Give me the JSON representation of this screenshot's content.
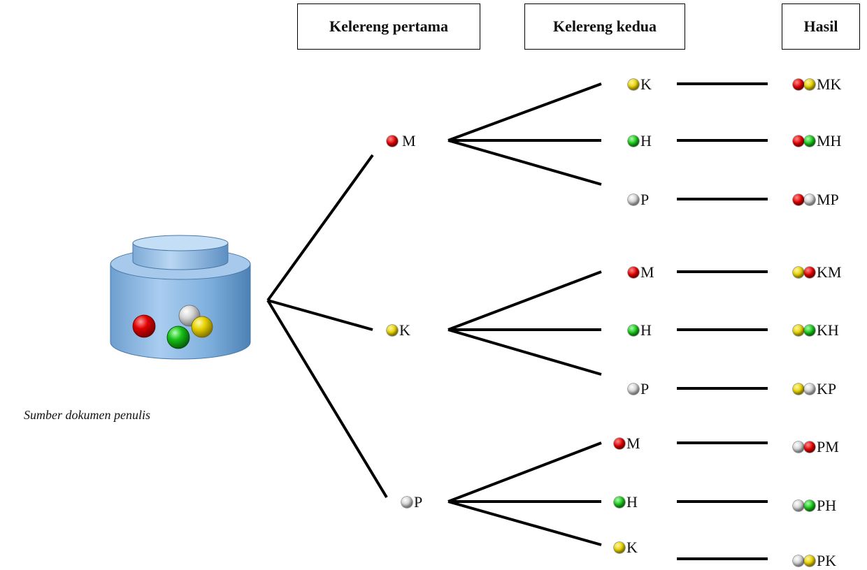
{
  "headers": {
    "first": "Kelereng pertama",
    "second": "Kelereng kedua",
    "result": "Hasil"
  },
  "caption": "Sumber dokumen penulis",
  "colors": {
    "M": "#e10000",
    "K": "#e6d100",
    "H": "#18c418",
    "P": "#d0d0d0"
  },
  "first_level": [
    {
      "label": "M",
      "color": "red"
    },
    {
      "label": "K",
      "color": "yellow"
    },
    {
      "label": "P",
      "color": "silver"
    }
  ],
  "second_level": [
    {
      "label": "K",
      "color": "yellow"
    },
    {
      "label": "H",
      "color": "green"
    },
    {
      "label": "P",
      "color": "silver"
    },
    {
      "label": "M",
      "color": "red"
    },
    {
      "label": "H",
      "color": "green"
    },
    {
      "label": "P",
      "color": "silver"
    },
    {
      "label": "M",
      "color": "red"
    },
    {
      "label": "H",
      "color": "green"
    },
    {
      "label": "K",
      "color": "yellow"
    }
  ],
  "results": [
    {
      "label": "MK",
      "colors": [
        "red",
        "yellow"
      ]
    },
    {
      "label": "MH",
      "colors": [
        "red",
        "green"
      ]
    },
    {
      "label": "MP",
      "colors": [
        "red",
        "silver"
      ]
    },
    {
      "label": "KM",
      "colors": [
        "yellow",
        "red"
      ]
    },
    {
      "label": "KH",
      "colors": [
        "yellow",
        "green"
      ]
    },
    {
      "label": "KP",
      "colors": [
        "yellow",
        "silver"
      ]
    },
    {
      "label": "PM",
      "colors": [
        "silver",
        "red"
      ]
    },
    {
      "label": "PH",
      "colors": [
        "silver",
        "green"
      ]
    },
    {
      "label": "PK",
      "colors": [
        "silver",
        "yellow"
      ]
    }
  ]
}
